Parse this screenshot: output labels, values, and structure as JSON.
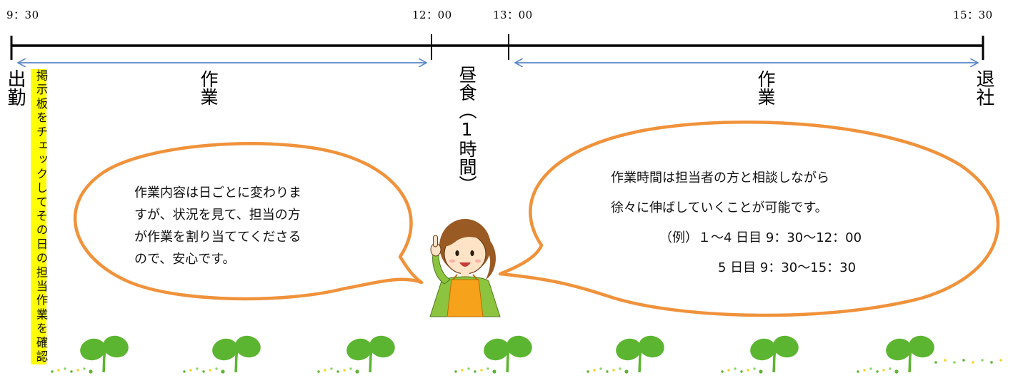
{
  "timeline": {
    "times": [
      "9：30",
      "12：00",
      "13：00",
      "15：30"
    ],
    "start_label": "出勤",
    "end_label": "退社",
    "work_label_1": "作業",
    "work_label_2": "作業",
    "lunch_label": "昼食（1時間）",
    "line_color": "#000000",
    "arrow_color": "#5b86c9"
  },
  "morning_note": "掲示板をチェックしてその日の担当作業を確認",
  "left_bubble": {
    "lines": [
      "作業内容は日ごとに変わりま",
      "すが、状況を見て、担当の方",
      "が作業を割り当ててくださる",
      "ので、安心です。"
    ]
  },
  "right_bubble": {
    "lines": [
      "作業時間は担当者の方と相談しながら",
      "徐々に伸ばしていくことが可能です。",
      "（例）１～4 日目 9：30～12：00",
      "5 日目 9：30～15：30"
    ]
  },
  "colors": {
    "bubble_stroke": "#f0923b",
    "note_bg": "#ffff00",
    "sprout": "#5cb531",
    "apron": "#f7a21b"
  },
  "icons": [
    "sprout-icon",
    "woman-character-icon"
  ]
}
